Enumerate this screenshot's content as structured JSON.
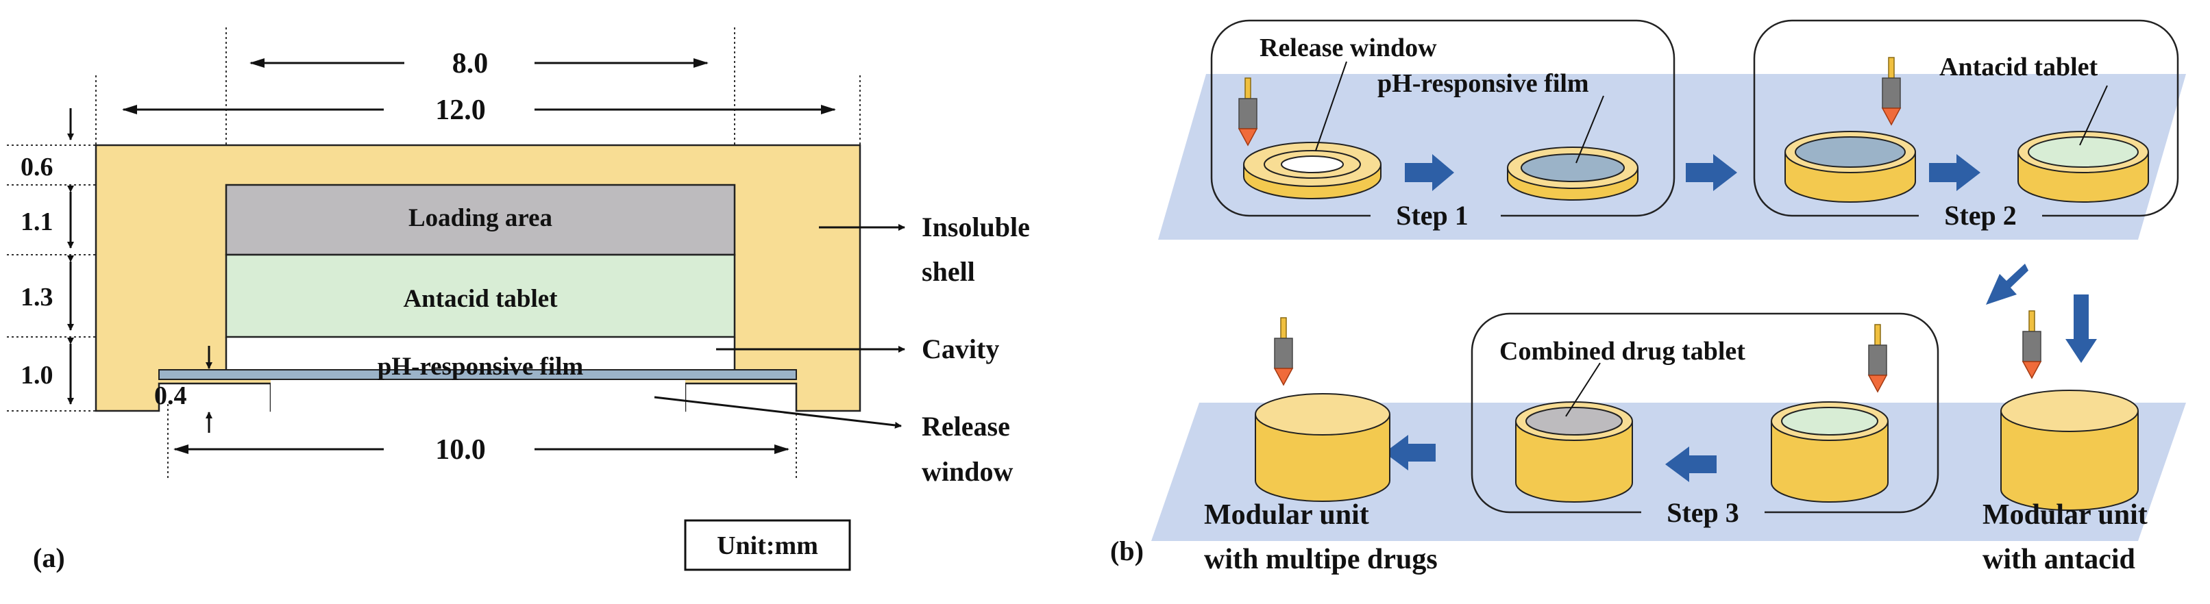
{
  "panel_a": {
    "label": "(a)",
    "dimensions": {
      "top_width": "8.0",
      "overall_width": "12.0",
      "bottom_width": "10.0",
      "shell_top": "0.6",
      "loading_height": "1.1",
      "tablet_height": "1.3",
      "cavity_height": "1.0",
      "window_height": "0.4"
    },
    "regions": {
      "loading": "Loading area",
      "tablet": "Antacid tablet",
      "film": "pH-responsive film"
    },
    "callouts": {
      "shell_line1": "Insoluble",
      "shell_line2": "shell",
      "cavity": "Cavity",
      "window_line1": "Release",
      "window_line2": "window"
    },
    "unit": "Unit:mm"
  },
  "panel_b": {
    "label": "(b)",
    "step1": {
      "title": "Step 1",
      "label_window": "Release window",
      "label_film": "pH-responsive film"
    },
    "step2": {
      "title": "Step 2",
      "label_tablet": "Antacid tablet"
    },
    "step3": {
      "title": "Step 3",
      "label_combined": "Combined drug tablet"
    },
    "result_antacid": {
      "line1": "Modular unit",
      "line2": "with antacid"
    },
    "result_multi": {
      "line1": "Modular unit",
      "line2": "with multipe drugs"
    }
  },
  "colors": {
    "shell": "#f8dd94",
    "loading": "#bdbbbe",
    "tablet": "#d8edd5",
    "film": "#9bb3c8",
    "platform": "#c9d6ee",
    "arrow": "#2d5fa6",
    "nozzle": "#777777",
    "nozzle_tip": "#f06b3a"
  }
}
